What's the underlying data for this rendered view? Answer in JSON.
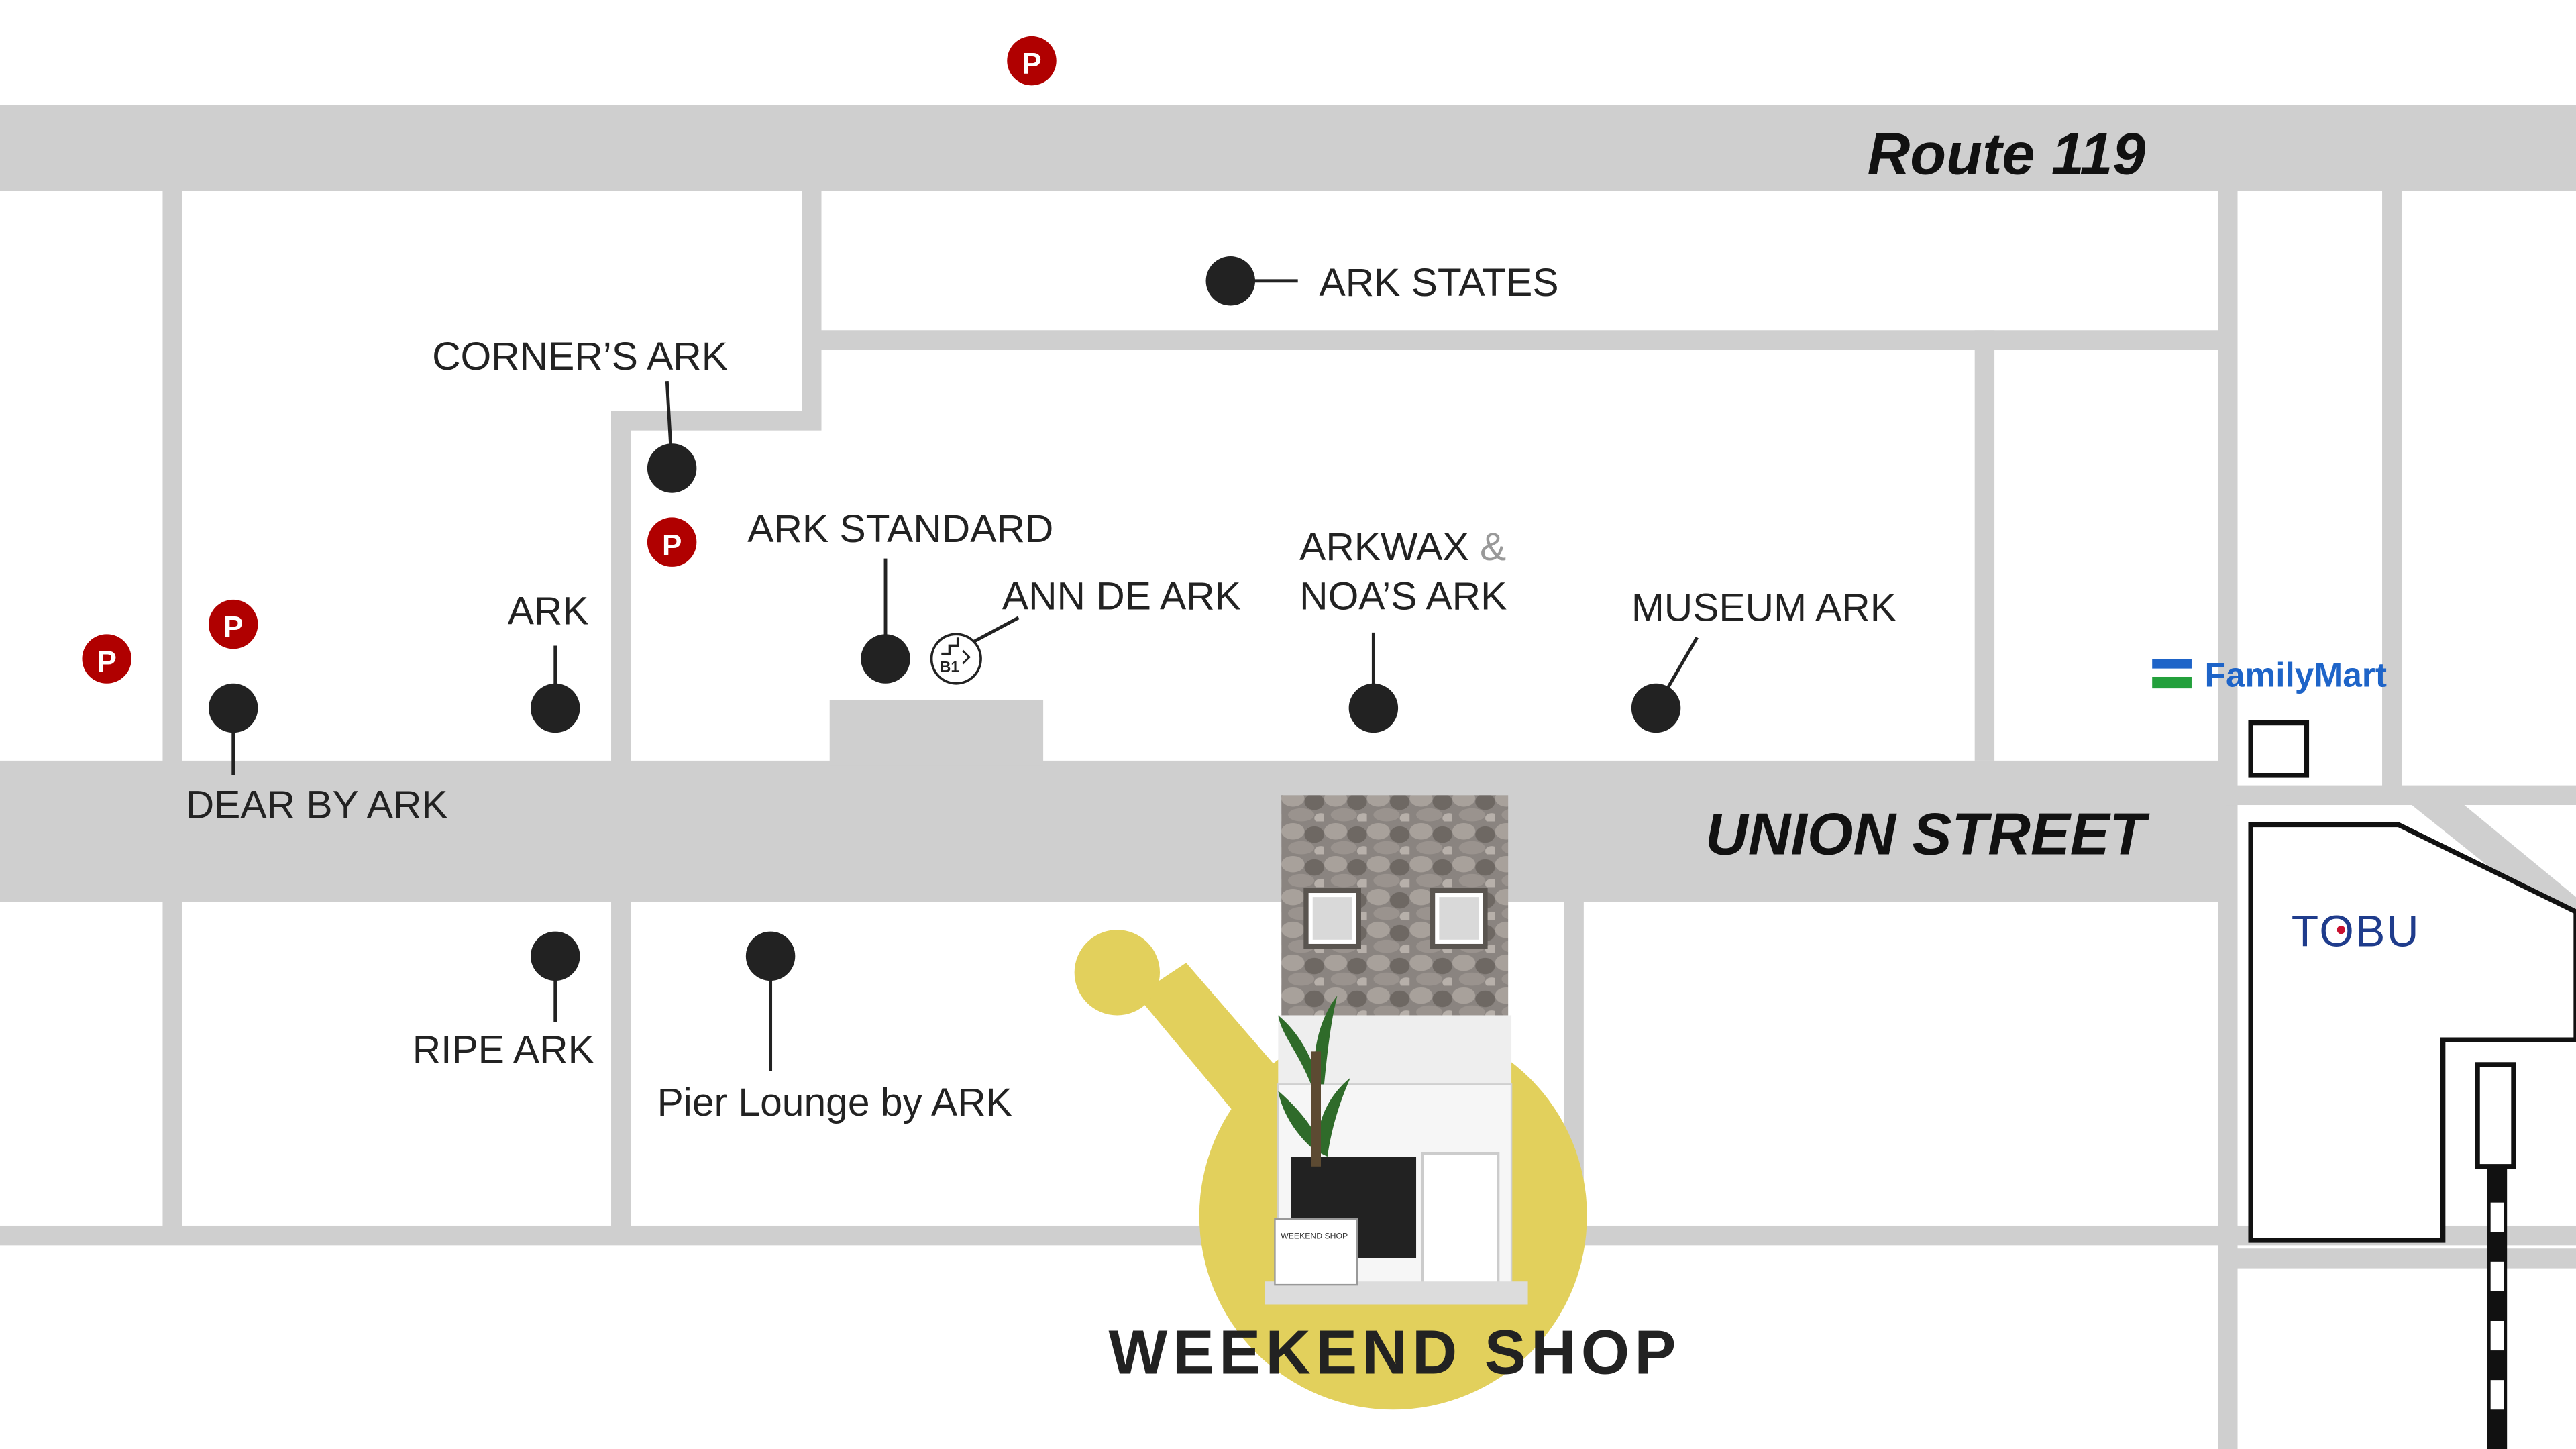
{
  "map": {
    "streets": {
      "route": "Route 119",
      "union": "UNION STREET"
    },
    "stores": {
      "ark_states": "ARK STATES",
      "corners_ark": "CORNER’S ARK",
      "ark_standard": "ARK STANDARD",
      "ann_de_ark": "ANN DE ARK",
      "arkwax": "ARKWAX",
      "ampersand": "&",
      "noas_ark": "NOA’S ARK",
      "museum_ark": "MUSEUM ARK",
      "ark": "ARK",
      "dear_by_ark": "DEAR BY ARK",
      "ripe_ark": "RIPE ARK",
      "pier_lounge": "Pier Lounge by ARK"
    },
    "floor_badge": "B1",
    "parking_symbol": "P",
    "landmarks": {
      "familymart": "FamilyMart",
      "tobu": "TOBU"
    },
    "highlight": {
      "name": "WEEKEND SHOP",
      "sign": "WEEKEND SHOP"
    },
    "colors": {
      "road": "#cfcfcf",
      "marker": "#222222",
      "parking": "#b00000",
      "highlight": "#e2d05c",
      "familymart_blue": "#1e64c8",
      "familymart_green": "#23a03c",
      "tobu_blue": "#1f3c8c",
      "tobu_red": "#c8102e"
    }
  }
}
